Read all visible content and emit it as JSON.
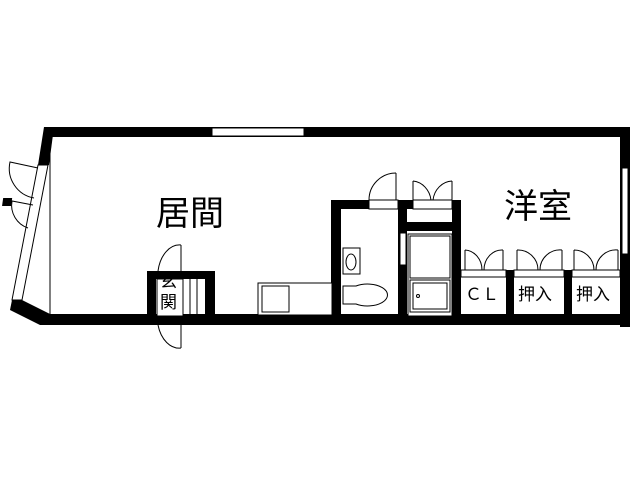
{
  "rooms": {
    "living": "居間",
    "western": "洋室",
    "entrance_top": "玄",
    "entrance_bottom": "関",
    "closet": "ＣＬ",
    "storage1": "押入",
    "storage2": "押入"
  },
  "colors": {
    "wall": "#000000",
    "background": "#ffffff"
  }
}
